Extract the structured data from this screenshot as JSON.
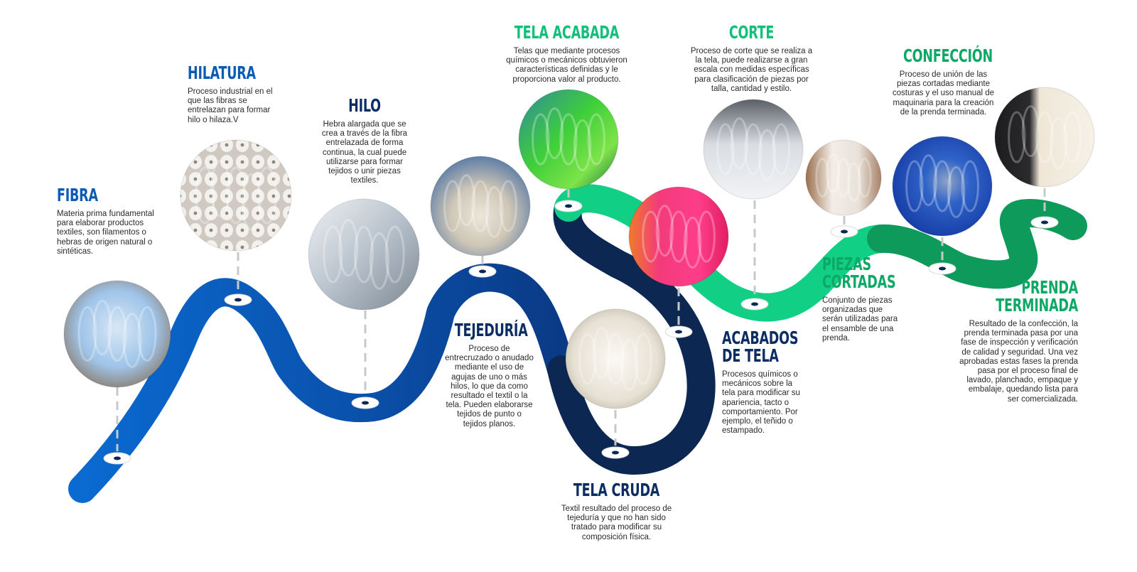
{
  "colors": {
    "route_blue": "#0a5bb5",
    "route_mid": "#0a3f8c",
    "route_navy": "#0b2752",
    "route_green": "#10c07a",
    "route_dgreen": "#0e9a5a"
  },
  "stages": [
    {
      "id": "fibra",
      "title_lines": [
        "FIBRA"
      ],
      "description": "Materia prima fundamental para elaborar productos textiles, son filamentos o hebras de origen natural o sintéticas.",
      "image": "cotton-plant-photo"
    },
    {
      "id": "hilatura",
      "title_lines": [
        "HILATURA"
      ],
      "description": "Proceso industrial en el que las fibras se entrelazan para formar hilo o hilaza.V",
      "image": "yarn-cones-photo"
    },
    {
      "id": "hilo",
      "title_lines": [
        "HILO"
      ],
      "description": "Hebra alargada que se crea a través de la fibra entrelazada de forma continua, la cual puede utilizarse para formar tejidos o unir piezas textiles.",
      "image": "threads-photo"
    },
    {
      "id": "tejeduria",
      "title_lines": [
        "TEJEDURÍA"
      ],
      "description": "Proceso de entrecruzado o anudado mediante el uso de agujas de uno o más hilos, lo que da como resultado el textil o la tela. Pueden elaborarse tejidos de punto o tejidos planos.",
      "image": "knitting-machine-photo"
    },
    {
      "id": "tela_cruda",
      "title_lines": [
        "TELA CRUDA"
      ],
      "description": "Textil resultado del proceso de tejeduría y que no han sido tratado para modificar su composición física.",
      "image": "raw-fabric-rolls-photo"
    },
    {
      "id": "tela_acabada",
      "title_lines": [
        "TELA ACABADA"
      ],
      "description": "Telas que mediante procesos químicos o mecánicos obtuvieron características definidas y le proporciona valor al producto.",
      "image": "finished-fabric-rolls-photo"
    },
    {
      "id": "acabados",
      "title_lines": [
        "ACABADOS",
        "DE TELA"
      ],
      "description": "Procesos químicos o mecánicos sobre la tela para modificar su apariencia, tacto o comportamiento. Por ejemplo, el teñido o estampado.",
      "image": "dyed-fabric-photo"
    },
    {
      "id": "corte",
      "title_lines": [
        "CORTE"
      ],
      "description": "Proceso de corte que se realiza a la tela, puede realizarse a gran escala con medidas específicas para clasificación de piezas por talla, cantidad y estilo.",
      "image": "cutting-table-photo"
    },
    {
      "id": "piezas",
      "title_lines": [
        "PIEZAS",
        "CORTADAS"
      ],
      "description": "Conjunto de piezas organizadas que serán utilizadas para el ensamble de una prenda.",
      "image": "cut-pieces-photo"
    },
    {
      "id": "confeccion",
      "title_lines": [
        "CONFECCIÓN"
      ],
      "description": "Proceso de unión de las piezas cortadas mediante costuras y el uso manual de maquinaria para la creación de la prenda terminada.",
      "image": "sewing-machine-photo"
    },
    {
      "id": "prenda",
      "title_lines": [
        "PRENDA",
        "TERMINADA"
      ],
      "description": "Resultado de la confección, la prenda terminada pasa por una fase de inspección y verificación de calidad y seguridad. Una vez aprobadas estas fases la prenda pasa por el proceso final de lavado, planchado, empaque y embalaje, quedando lista para ser comercializada.",
      "image": "finished-garments-photo"
    }
  ]
}
